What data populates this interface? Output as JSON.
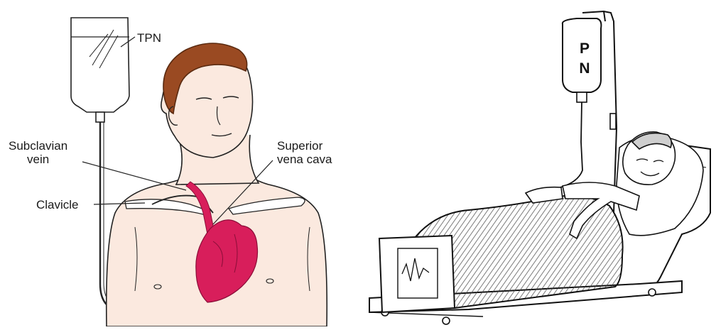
{
  "left_figure": {
    "labels": {
      "tpn": "TPN",
      "subclavian_line1": "Subclavian",
      "subclavian_line2": "vein",
      "superior_line1": "Superior",
      "superior_line2": "vena cava",
      "clavicle": "Clavicle"
    },
    "colors": {
      "heart": "#d81e5b",
      "skin": "#fbe9df",
      "hair": "#9a4a22"
    }
  },
  "right_figure": {
    "bag_label_line1": "P",
    "bag_label_line2": "N"
  }
}
